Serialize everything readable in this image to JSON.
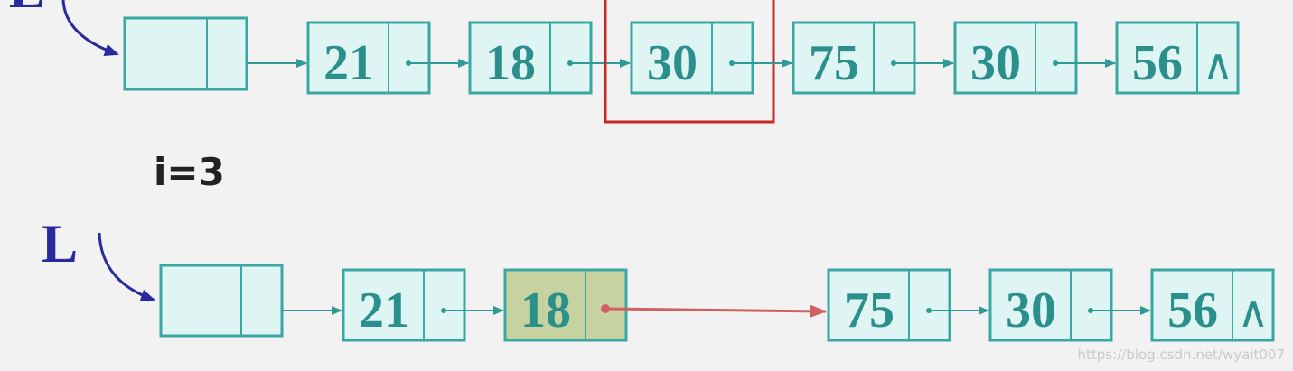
{
  "colors": {
    "background": "#f2f2f2",
    "node_fill": "#dff5f4",
    "node_stroke": "#3aa8a2",
    "node_text": "#2b8f8b",
    "highlight_fill": "#c6d3a0",
    "highlight_stroke": "#3aa8a2",
    "pointer_arrow": "#2f9b97",
    "new_link_arrow": "#d06060",
    "selection_box": "#c62828",
    "head_label": "#2a2aa0",
    "step_label": "#222222",
    "watermark": "#c9c9c9"
  },
  "diagram": {
    "top_list": {
      "head_label": "L",
      "nodes": [
        {
          "value": "",
          "is_head": true
        },
        {
          "value": "21"
        },
        {
          "value": "18"
        },
        {
          "value": "30",
          "selected": true
        },
        {
          "value": "75"
        },
        {
          "value": "30"
        },
        {
          "value": "56",
          "null_end": true
        }
      ]
    },
    "step_label": "i=3",
    "bottom_list": {
      "head_label": "L",
      "nodes": [
        {
          "value": "",
          "is_head": true
        },
        {
          "value": "21"
        },
        {
          "value": "18",
          "highlighted": true,
          "relinked": true
        },
        {
          "value": "75"
        },
        {
          "value": "30"
        },
        {
          "value": "56",
          "null_end": true
        }
      ]
    },
    "null_symbol": "∧",
    "watermark": "https://blog.csdn.net/wyait007"
  }
}
